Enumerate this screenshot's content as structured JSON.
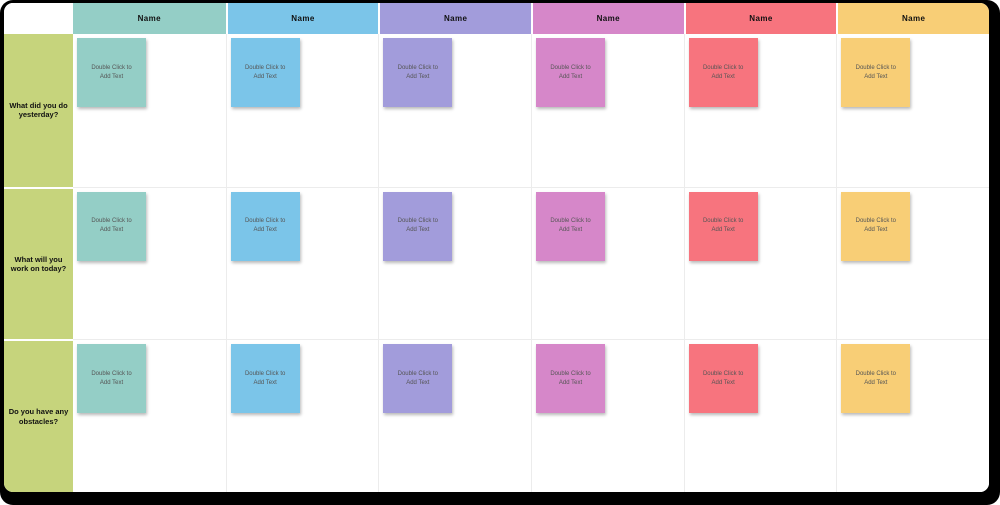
{
  "board": {
    "columns": [
      {
        "label": "Name",
        "color": "#94cec6"
      },
      {
        "label": "Name",
        "color": "#7bc5e9"
      },
      {
        "label": "Name",
        "color": "#a29cdb"
      },
      {
        "label": "Name",
        "color": "#d687c9"
      },
      {
        "label": "Name",
        "color": "#f7747e"
      },
      {
        "label": "Name",
        "color": "#f8ce76"
      }
    ],
    "rows": [
      {
        "line1": "What did you do",
        "line2": "yesterday?"
      },
      {
        "line1": "What will you",
        "line2": "work on today?"
      },
      {
        "line1": "Do you have any",
        "line2": "obstacles?"
      }
    ],
    "row_label_color": "#c6d47c",
    "sticky": {
      "line1": "Double Click to",
      "line2": "Add Text"
    },
    "grid_line_color": "#ececec",
    "frame_color": "#000000"
  }
}
